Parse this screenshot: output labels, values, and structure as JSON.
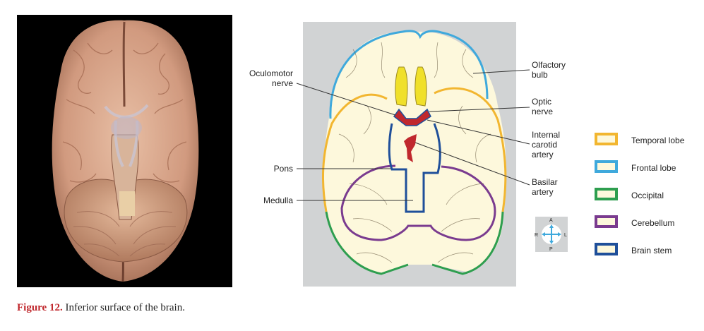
{
  "labels": {
    "oculomotor": [
      "Oculomotor",
      "nerve"
    ],
    "pons": "Pons",
    "medulla": "Medulla",
    "olfactory": [
      "Olfactory",
      "bulb"
    ],
    "optic": [
      "Optic",
      "nerve"
    ],
    "internal_carotid": [
      "Internal",
      "carotid",
      "artery"
    ],
    "basilar": [
      "Basilar",
      "artery"
    ]
  },
  "legend": [
    {
      "label": "Temporal lobe",
      "color": "#f2b630"
    },
    {
      "label": "Frontal lobe",
      "color": "#3fa9dc"
    },
    {
      "label": "Occipital",
      "color": "#2e9e4f"
    },
    {
      "label": "Cerebellum",
      "color": "#7a3b8f"
    },
    {
      "label": "Brain stem",
      "color": "#1f4f9a"
    }
  ],
  "compass": {
    "a": "A",
    "p": "P",
    "r": "R",
    "l": "L"
  },
  "caption": {
    "number": "Figure 12.",
    "text": " Inferior surface of the brain."
  },
  "colors": {
    "temporal": "#f2b630",
    "frontal": "#3fa9dc",
    "occipital": "#2e9e4f",
    "cerebellum": "#7a3b8f",
    "brainstem": "#1f4f9a",
    "olfactory": "#f0e02a",
    "artery": "#c0282d",
    "tissue": "#fdf8dc"
  }
}
